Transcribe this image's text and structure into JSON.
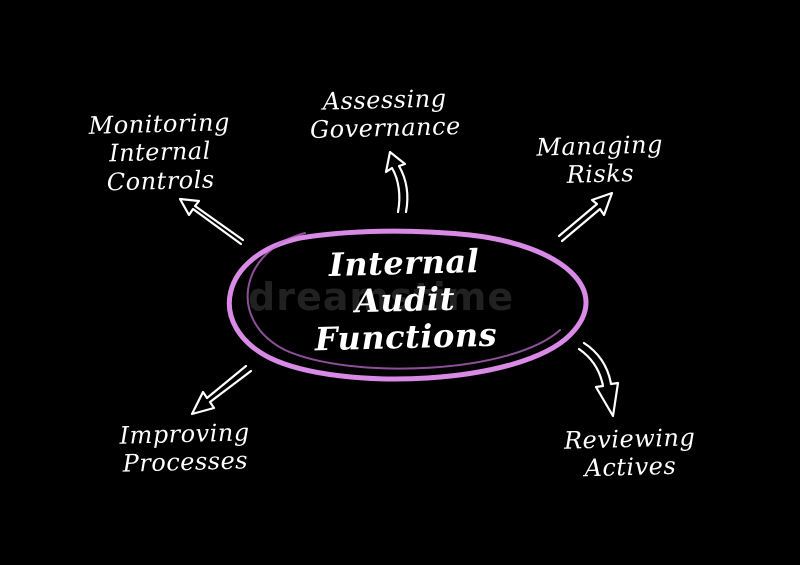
{
  "center": {
    "text": "Internal\nAudit\nFunctions"
  },
  "nodes": {
    "monitoring": "Monitoring\nInternal\nControls",
    "assessing": "Assessing\nGovernance",
    "managing": "Managing\nRisks",
    "improving": "Improving\nProcesses",
    "reviewing": "Reviewing\nActives"
  },
  "watermark": "dreamstime",
  "colors": {
    "background": "#000000",
    "text": "#ffffff",
    "ellipse": "#d98ae6"
  }
}
